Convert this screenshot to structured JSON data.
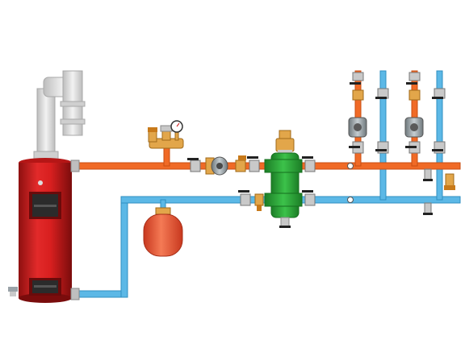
{
  "diagram": {
    "colors": {
      "background": "#ffffff",
      "supply_pipe": "#f06a26",
      "supply_pipe_dark": "#c94d12",
      "return_pipe": "#5cb8e6",
      "return_pipe_dark": "#2f8fc2",
      "boiler_red": "#d81f1f",
      "boiler_dark": "#8e1010",
      "chimney": "#d9d9d9",
      "separator_green": "#2faa3a",
      "expansion_tank": "#f05a3a",
      "brass": "#e2a64a",
      "valve_handle": "#222222",
      "pump_gray": "#9aa3a8"
    },
    "components": [
      "boiler",
      "chimney-flue",
      "supply-line",
      "return-line",
      "safety-group",
      "expansion-tank",
      "circulation-pump",
      "hydraulic-separator",
      "distribution-manifold",
      "heating-circuits"
    ]
  }
}
